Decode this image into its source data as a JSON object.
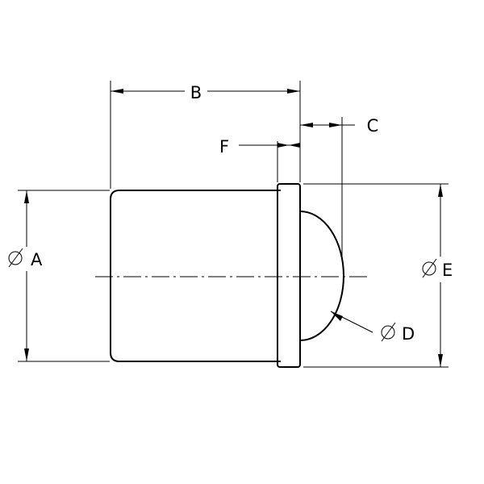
{
  "labels": {
    "a": "A",
    "b": "B",
    "c": "C",
    "d": "D",
    "e": "E",
    "f": "F"
  },
  "diameter_symbol": "Ø"
}
